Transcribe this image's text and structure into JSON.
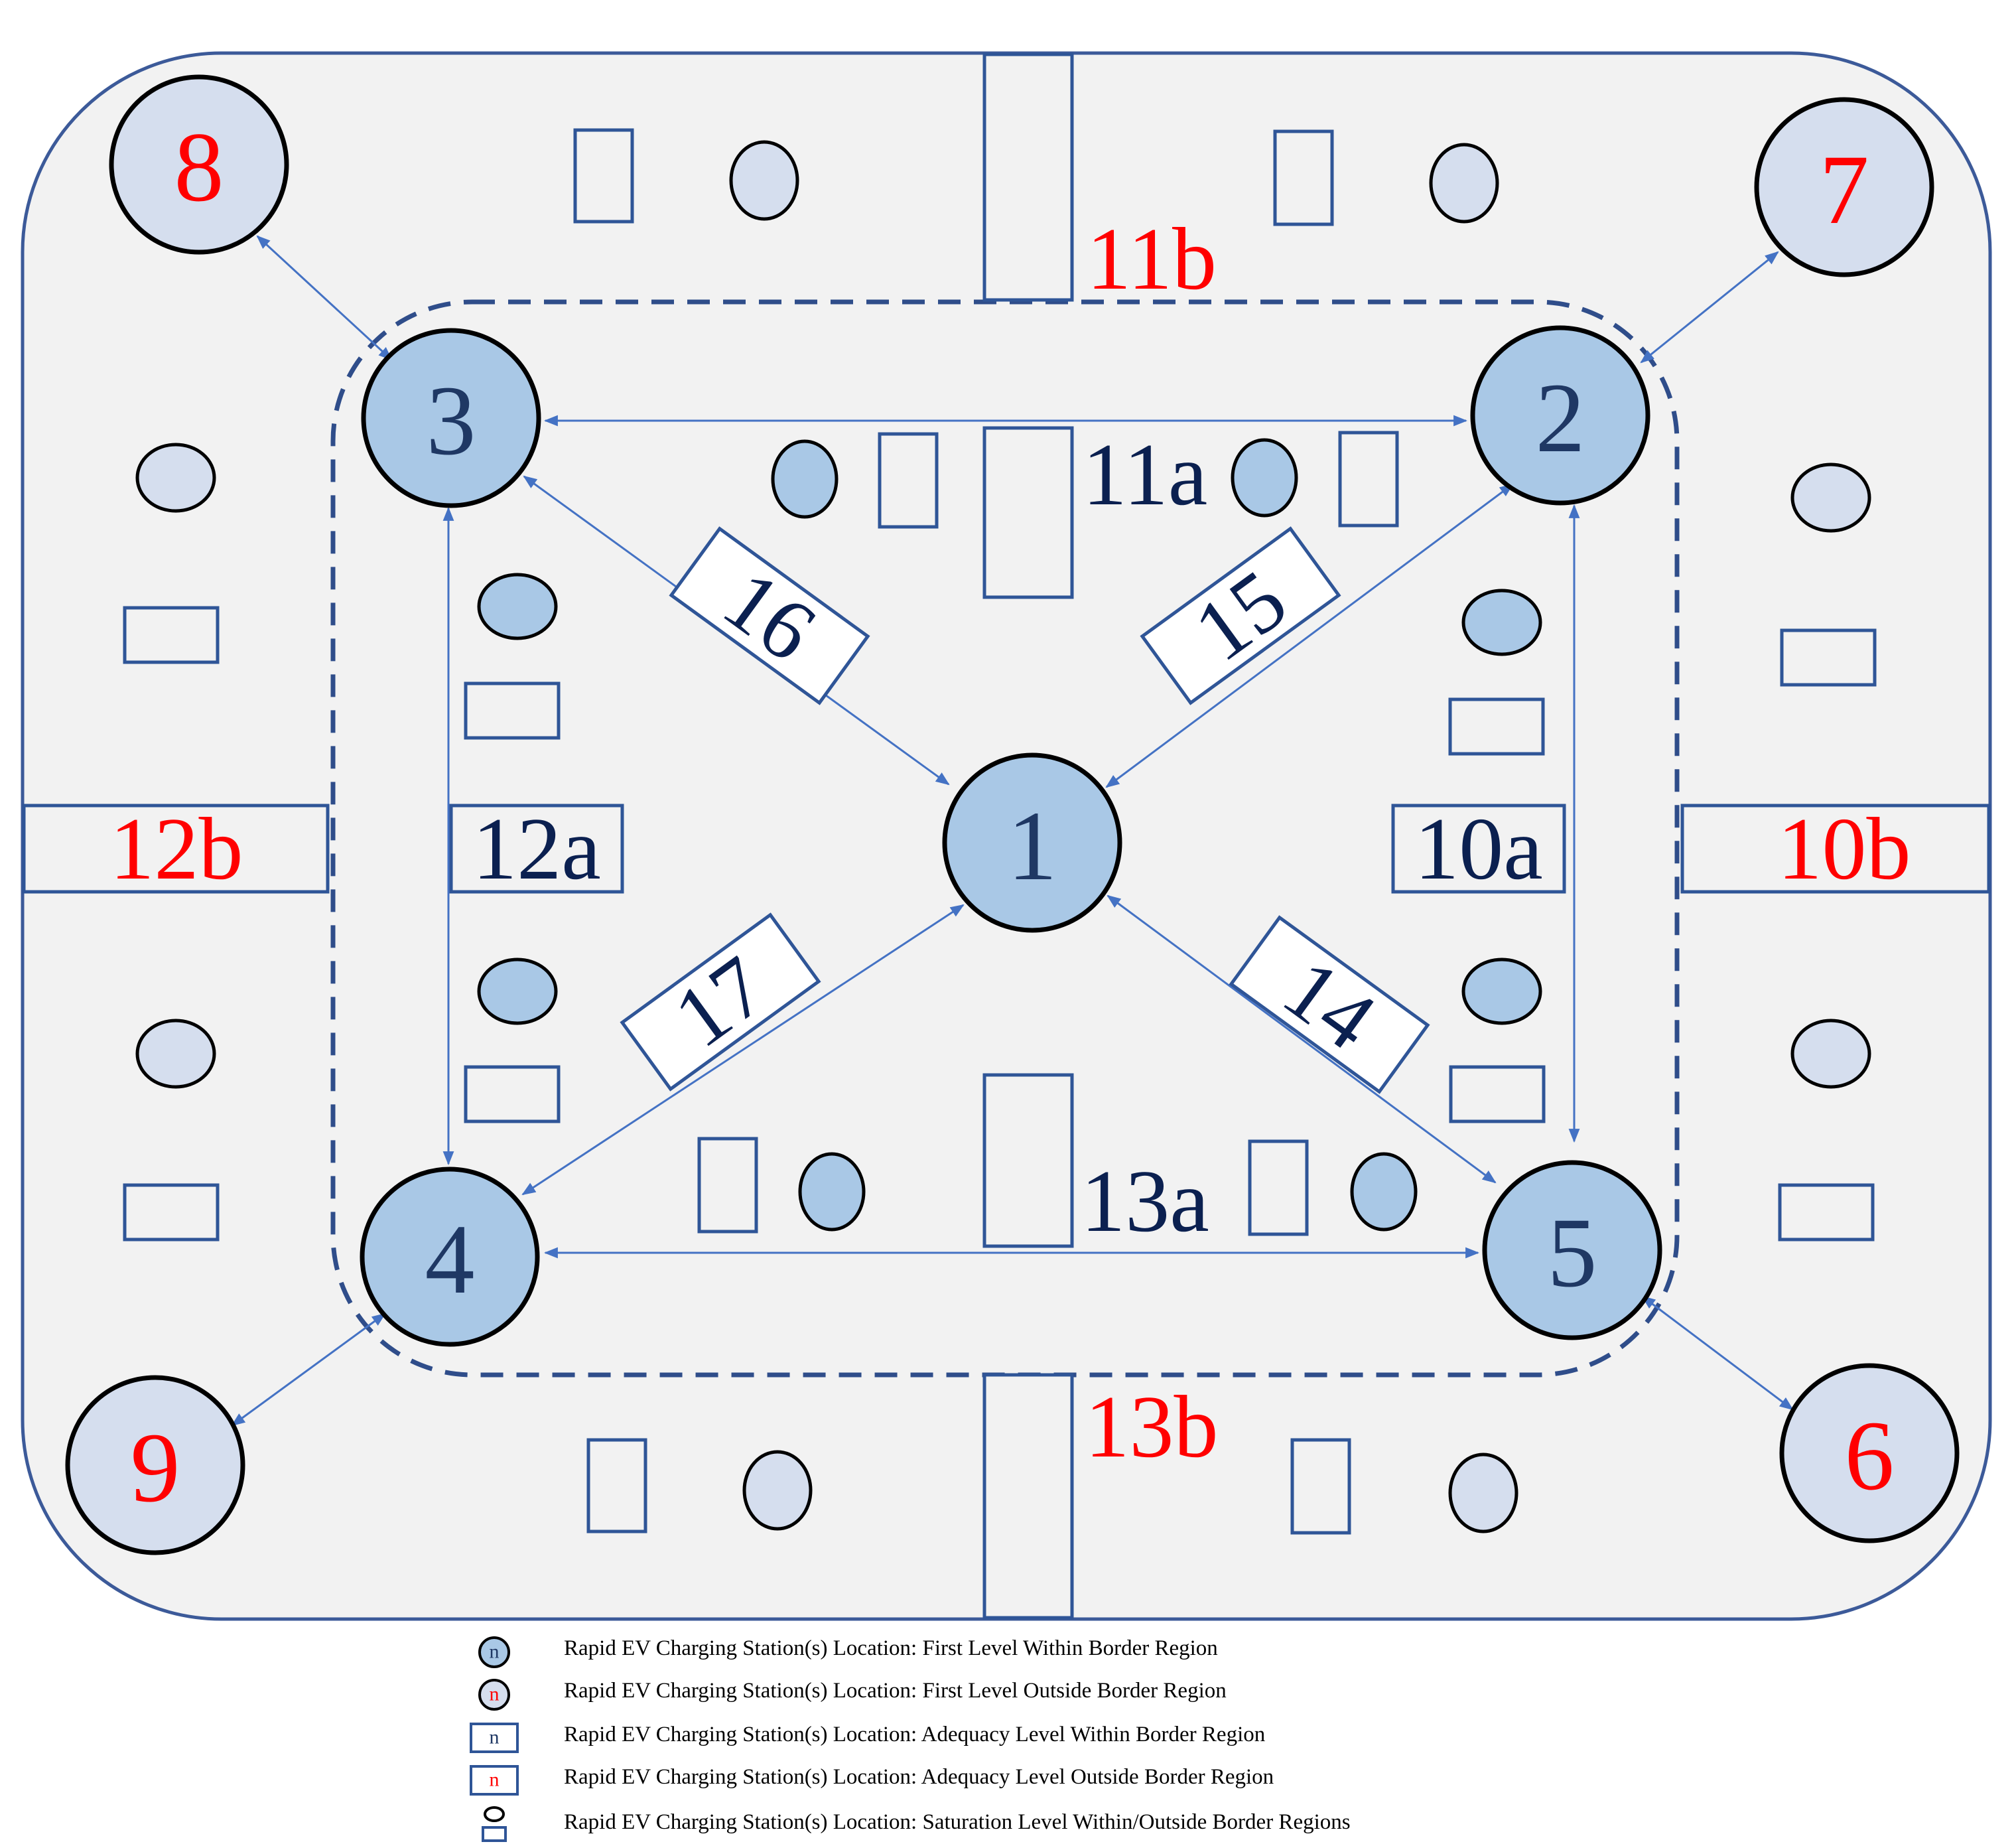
{
  "colors": {
    "navy": "#0b2050",
    "red": "#ff0000",
    "outer_border": "#3c5a99",
    "dashed_border": "#2f4d8a",
    "arrow": "#4472c4",
    "first_within_fill": "#a9c8e6",
    "first_outside_fill": "#d5deee",
    "region_fill": "#f2f2f2",
    "box_stroke": "#2f5597"
  },
  "nodes": [
    {
      "id": "1",
      "type": "first-within"
    },
    {
      "id": "2",
      "type": "first-within"
    },
    {
      "id": "3",
      "type": "first-within"
    },
    {
      "id": "4",
      "type": "first-within"
    },
    {
      "id": "5",
      "type": "first-within"
    },
    {
      "id": "6",
      "type": "first-outside"
    },
    {
      "id": "7",
      "type": "first-outside"
    },
    {
      "id": "8",
      "type": "first-outside"
    },
    {
      "id": "9",
      "type": "first-outside"
    }
  ],
  "edge_labels": [
    "14",
    "15",
    "16",
    "17"
  ],
  "region_labels": {
    "inner": [
      "10a",
      "11a",
      "12a",
      "13a"
    ],
    "outer": [
      "10b",
      "11b",
      "12b",
      "13b"
    ]
  },
  "legend": {
    "symbol_letter": "n",
    "items": [
      "Rapid EV Charging Station(s) Location: First Level Within Border Region",
      "Rapid EV Charging Station(s) Location: First Level Outside Border Region",
      "Rapid EV Charging Station(s) Location: Adequacy Level Within Border Region",
      "Rapid EV Charging Station(s) Location: Adequacy Level Outside Border Region",
      "Rapid EV Charging Station(s) Location: Saturation Level Within/Outside Border Regions"
    ]
  }
}
